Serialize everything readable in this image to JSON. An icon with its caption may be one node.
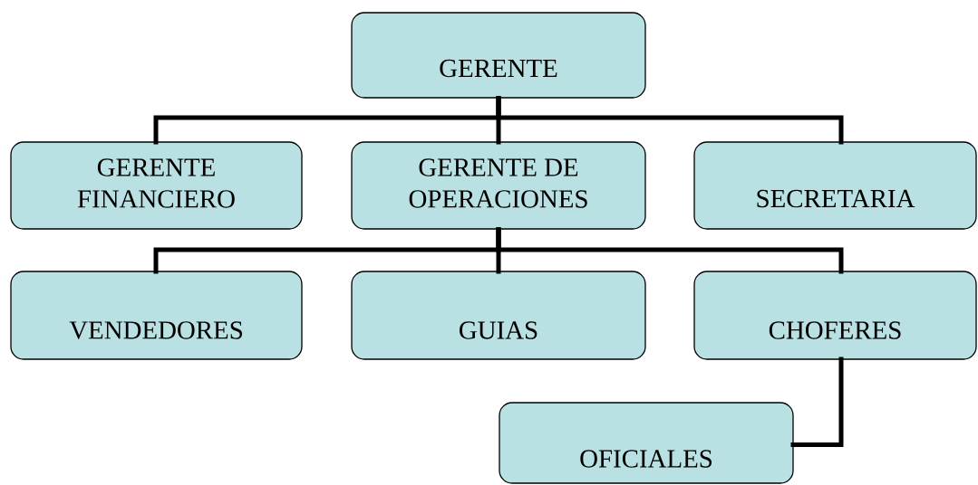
{
  "diagram": {
    "nodes": [
      {
        "text": [
          "GERENTE"
        ]
      },
      {
        "text": [
          "GERENTE FINANCIERO"
        ]
      },
      {
        "text": [
          "GERENTE DE OPERACIONES"
        ]
      },
      {
        "text": [
          "SECRETARIA"
        ]
      },
      {
        "text": [
          "VENDEDORES"
        ]
      },
      {
        "text": [
          "GUIAS"
        ]
      },
      {
        "text": [
          "CHOFERES"
        ]
      },
      {
        "text": [
          "OFICIALES"
        ]
      }
    ],
    "edges": [
      {
        "from": 0,
        "to": 1,
        "arrow": "none"
      },
      {
        "from": 0,
        "to": 2,
        "arrow": "none"
      },
      {
        "from": 0,
        "to": 3,
        "arrow": "none"
      },
      {
        "from": 2,
        "to": 4,
        "arrow": "none"
      },
      {
        "from": 2,
        "to": 5,
        "arrow": "none"
      },
      {
        "from": 2,
        "to": 6,
        "arrow": "none"
      },
      {
        "from": 6,
        "to": 7,
        "arrow": "none"
      }
    ]
  }
}
